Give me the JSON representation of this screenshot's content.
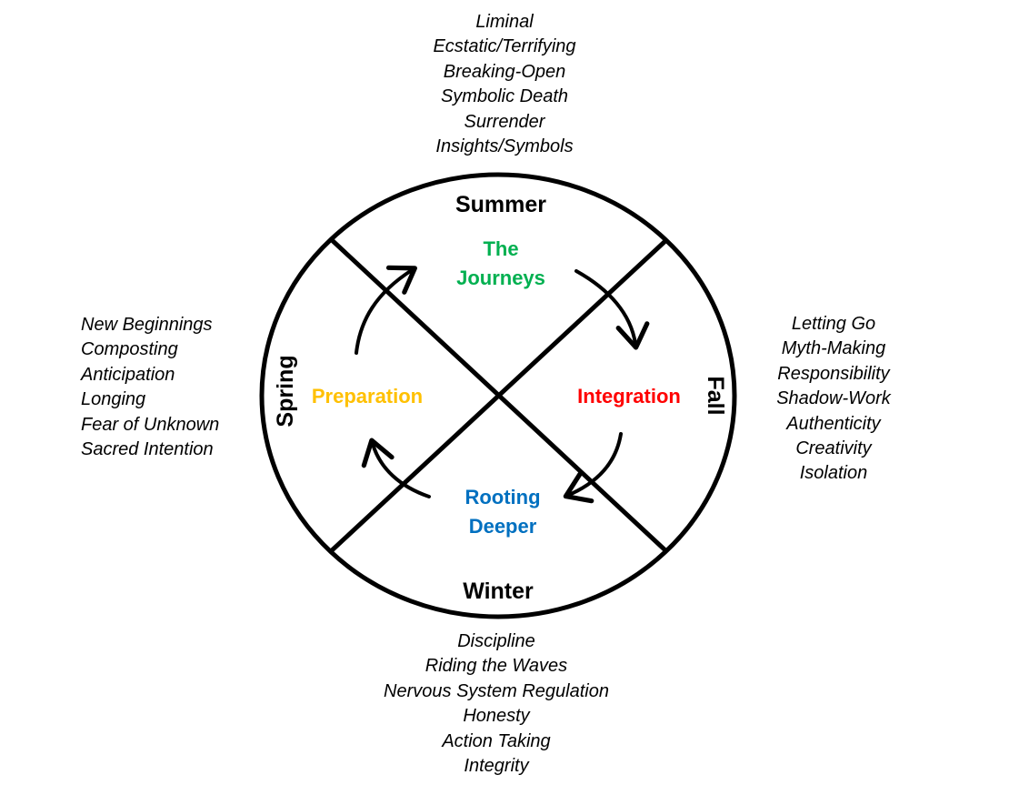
{
  "seasons": {
    "summer": "Summer",
    "spring": "Spring",
    "fall": "Fall",
    "winter": "Winter"
  },
  "phases": {
    "journeys_line1": "The",
    "journeys_line2": "Journeys",
    "preparation": "Preparation",
    "integration": "Integration",
    "rooting_line1": "Rooting",
    "rooting_line2": "Deeper"
  },
  "traits": {
    "summer": [
      "Liminal",
      "Ecstatic/Terrifying",
      "Breaking-Open",
      "Symbolic Death",
      "Surrender",
      "Insights/Symbols"
    ],
    "spring": [
      "New Beginnings",
      "Composting",
      "Anticipation",
      "Longing",
      "Fear of Unknown",
      "Sacred Intention"
    ],
    "fall": [
      "Letting Go",
      "Myth-Making",
      "Responsibility",
      "Shadow-Work",
      "Authenticity",
      "Creativity",
      "Isolation"
    ],
    "winter": [
      "Discipline",
      "Riding the Waves",
      "Nervous System Regulation",
      "Honesty",
      "Action Taking",
      "Integrity"
    ]
  },
  "colors": {
    "journeys": "#00b050",
    "preparation": "#ffc000",
    "integration": "#ff0000",
    "rooting": "#0070c0",
    "stroke": "#000000"
  },
  "icons": {
    "flow_arrows": "curved-arrow-icon"
  }
}
